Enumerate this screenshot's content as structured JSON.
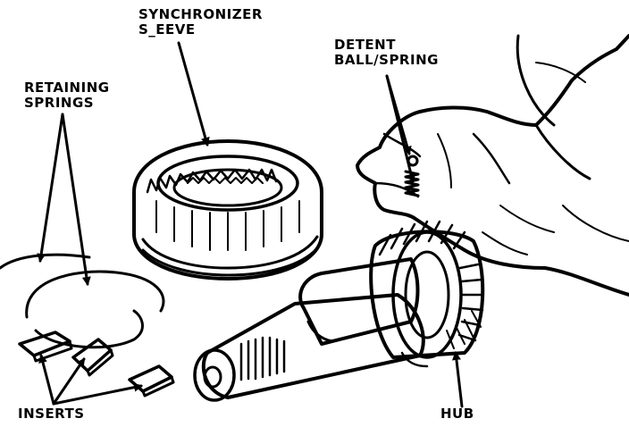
{
  "labels": {
    "synchronizer_line1": "SYNCHRONIZER",
    "synchronizer_line2": "S_EEVE",
    "detent_line1": "DETENT",
    "detent_line2": "BALL/SPRING",
    "retaining_line1": "RETAINING",
    "retaining_line2": "SPRINGS",
    "inserts": "INSERTS",
    "hub": "HUB"
  },
  "colors": {
    "ink": "#000000",
    "paper": "#ffffff"
  }
}
